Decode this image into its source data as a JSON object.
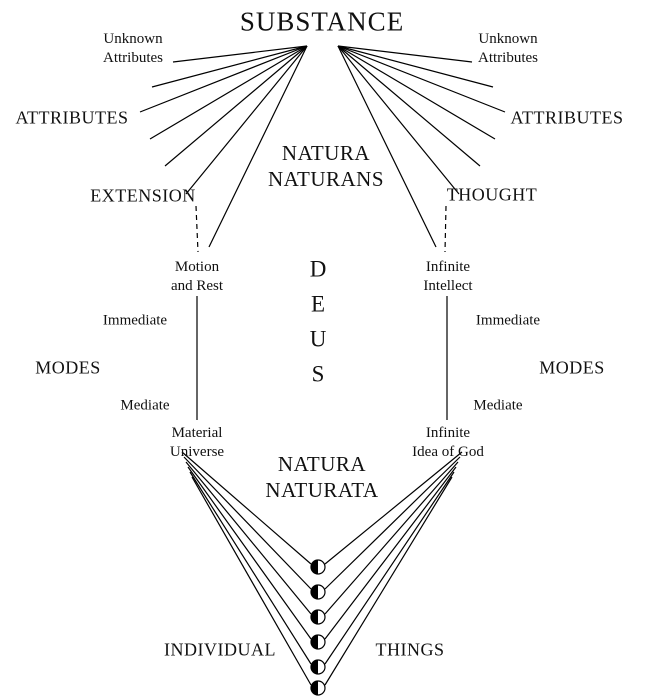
{
  "substance": "SUBSTANCE",
  "center": {
    "natura_naturans_line1": "NATURA",
    "natura_naturans_line2": "NATURANS",
    "deus": [
      "D",
      "E",
      "U",
      "S"
    ],
    "natura_naturata_line1": "NATURA",
    "natura_naturata_line2": "NATURATA"
  },
  "left": {
    "unknown_attributes_line1": "Unknown",
    "unknown_attributes_line2": "Attributes",
    "attributes": "ATTRIBUTES",
    "known_attribute": "EXTENSION",
    "immediate": "Immediate",
    "mediate": "Mediate",
    "modes": "MODES",
    "immediate_mode_line1": "Motion",
    "immediate_mode_line2": "and Rest",
    "mediate_mode_line1": "Material",
    "mediate_mode_line2": "Universe"
  },
  "right": {
    "unknown_attributes_line1": "Unknown",
    "unknown_attributes_line2": "Attributes",
    "attributes": "ATTRIBUTES",
    "known_attribute": "THOUGHT",
    "immediate": "Immediate",
    "mediate": "Mediate",
    "modes": "MODES",
    "immediate_mode_line1": "Infinite",
    "immediate_mode_line2": "Intellect",
    "mediate_mode_line1": "Infinite",
    "mediate_mode_line2": "Idea of God"
  },
  "bottom": {
    "individual": "INDIVIDUAL",
    "things": "THINGS"
  },
  "colors": {
    "line": "#000000",
    "background": "#ffffff"
  }
}
